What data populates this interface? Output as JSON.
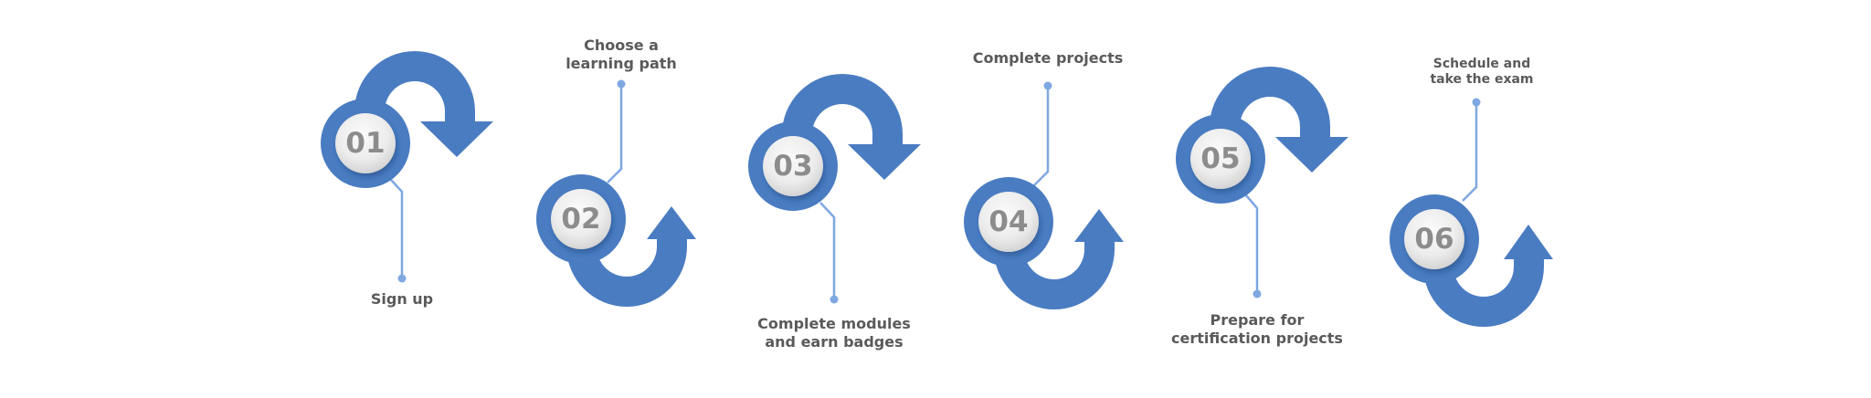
{
  "diagram": {
    "colors": {
      "accent": "#4a7cc2",
      "connector": "#7fa8e2",
      "badge_light": "#f7f7f7",
      "badge_dark": "#d3d3d3",
      "number_text": "#8c8c8c",
      "label_text": "#5a5a5a"
    },
    "steps": [
      {
        "number": "01",
        "label_line1": "Sign up",
        "label_line2": "",
        "label_position": "below",
        "arrow": "curved-over-down-arrow"
      },
      {
        "number": "02",
        "label_line1": "Choose a",
        "label_line2": "learning path",
        "label_position": "above",
        "arrow": "curved-under-up-arrow"
      },
      {
        "number": "03",
        "label_line1": "Complete modules",
        "label_line2": "and earn badges",
        "label_position": "below",
        "arrow": "curved-over-down-arrow"
      },
      {
        "number": "04",
        "label_line1": "Complete projects",
        "label_line2": "",
        "label_position": "above",
        "arrow": "curved-under-up-arrow"
      },
      {
        "number": "05",
        "label_line1": "Prepare for",
        "label_line2": "certification projects",
        "label_position": "below",
        "arrow": "curved-over-down-arrow"
      },
      {
        "number": "06",
        "label_line1": "Schedule and",
        "label_line2": "take the exam",
        "label_position": "above",
        "arrow": "curved-under-up-arrow"
      }
    ]
  }
}
